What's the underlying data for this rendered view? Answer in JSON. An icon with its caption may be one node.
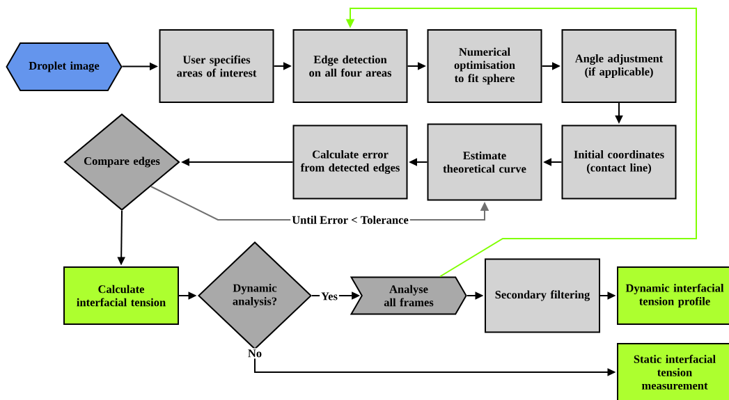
{
  "diagram": {
    "nodes": [
      {
        "text": [
          "Droplet image"
        ]
      },
      {
        "text": [
          "User specifies areas of interest"
        ]
      },
      {
        "text": [
          "Edge detection on all four areas"
        ]
      },
      {
        "text": [
          "Numerical optimisation to fit sphere"
        ]
      },
      {
        "text": [
          "Angle adjustment (if applicable)"
        ]
      },
      {
        "text": [
          "Initial coordinates (contact line)"
        ]
      },
      {
        "text": [
          "Estimate theoretical curve"
        ]
      },
      {
        "text": [
          "Calculate error from detected edges"
        ]
      },
      {
        "text": [
          "Compare edges"
        ]
      },
      {
        "text": [
          "Calculate interfacial tension"
        ]
      },
      {
        "text": [
          "Dynamic analysis?"
        ]
      },
      {
        "text": [
          "Analyse all frames"
        ]
      },
      {
        "text": [
          "Secondary filtering"
        ]
      },
      {
        "text": [
          "Dynamic interfacial tension profile"
        ]
      },
      {
        "text": [
          "Static interfacial tension measurement"
        ]
      }
    ],
    "edges": [
      {
        "from": 0,
        "to": 1,
        "arrow": "to"
      },
      {
        "from": 1,
        "to": 2,
        "arrow": "to"
      },
      {
        "from": 2,
        "to": 3,
        "arrow": "to"
      },
      {
        "from": 3,
        "to": 4,
        "arrow": "to"
      },
      {
        "from": 4,
        "to": 5,
        "arrow": "to"
      },
      {
        "from": 5,
        "to": 6,
        "arrow": "to"
      },
      {
        "from": 6,
        "to": 7,
        "arrow": "to"
      },
      {
        "from": 7,
        "to": 8,
        "arrow": "to"
      },
      {
        "from": 8,
        "to": 6,
        "arrow": "to",
        "label": "Until Error < Tolerance",
        "color": "#707070"
      },
      {
        "from": 8,
        "to": 9,
        "arrow": "to"
      },
      {
        "from": 9,
        "to": 10,
        "arrow": "to"
      },
      {
        "from": 10,
        "to": 11,
        "arrow": "to",
        "label": "Yes"
      },
      {
        "from": 11,
        "to": 12,
        "arrow": "to"
      },
      {
        "from": 12,
        "to": 13,
        "arrow": "to"
      },
      {
        "from": 10,
        "to": 14,
        "arrow": "to",
        "label": "No"
      },
      {
        "from": 11,
        "to": 2,
        "arrow": "to",
        "color": "#80ff00"
      }
    ]
  }
}
